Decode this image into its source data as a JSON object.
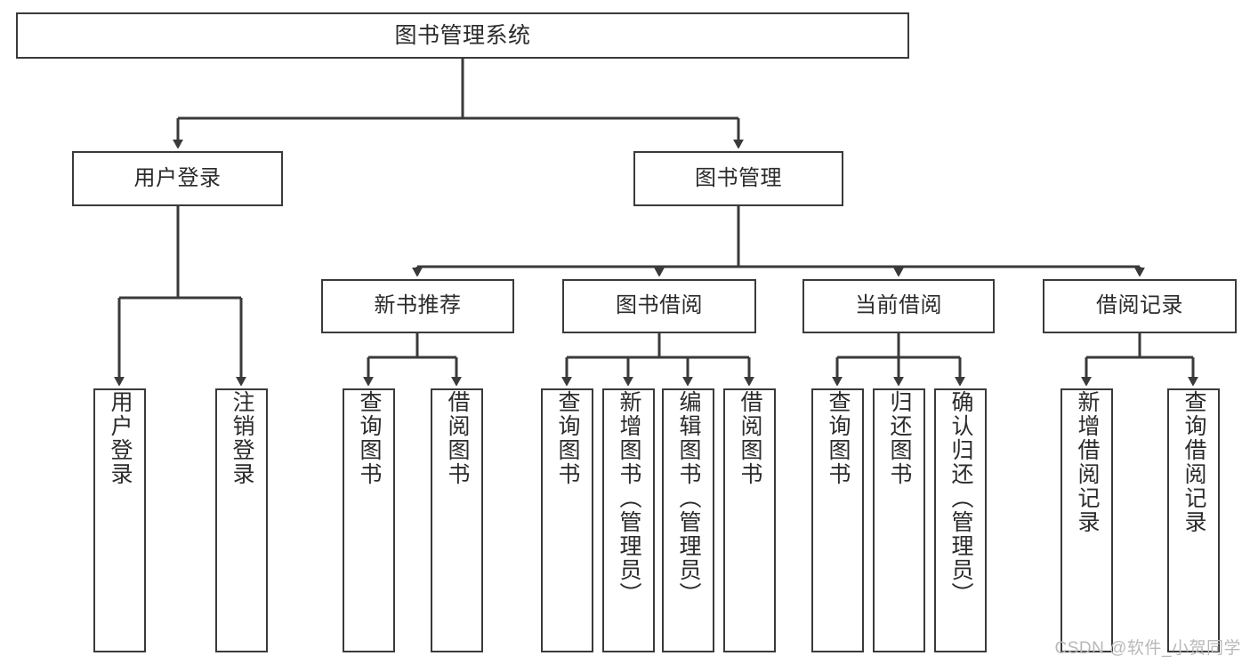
{
  "diagram": {
    "title": "图书管理系统",
    "watermark": "CSDN @软件_小贺同学",
    "colors": {
      "stroke": "#3a3a3a",
      "box_fill": "#ffffff",
      "text": "#2b2b2b",
      "watermark": "#b9b9b9",
      "background": "#ffffff"
    },
    "levels": {
      "root": "图书管理系统",
      "level2": [
        "用户登录",
        "图书管理"
      ],
      "level3": [
        "新书推荐",
        "图书借阅",
        "当前借阅",
        "借阅记录"
      ]
    },
    "nodes": {
      "root": {
        "label": "图书管理系统"
      },
      "user_login": {
        "label": "用户登录"
      },
      "book_manage": {
        "label": "图书管理"
      },
      "new_book_rec": {
        "label": "新书推荐"
      },
      "book_borrow": {
        "label": "图书借阅"
      },
      "current_borrow": {
        "label": "当前借阅"
      },
      "borrow_record": {
        "label": "借阅记录"
      },
      "leaf_user_login": {
        "label": "用户登录"
      },
      "leaf_logout": {
        "label": "注销登录"
      },
      "leaf_query_book_1": {
        "label": "查询图书"
      },
      "leaf_borrow_book_1": {
        "label": "借阅图书"
      },
      "leaf_query_book_2": {
        "label": "查询图书"
      },
      "leaf_add_book": {
        "label": "新增图书（管理员）"
      },
      "leaf_edit_book": {
        "label": "编辑图书（管理员）"
      },
      "leaf_borrow_book_2": {
        "label": "借阅图书"
      },
      "leaf_query_book_3": {
        "label": "查询图书"
      },
      "leaf_return_book": {
        "label": "归还图书"
      },
      "leaf_confirm_return": {
        "label": "确认归还（管理员）"
      },
      "leaf_add_record": {
        "label": "新增借阅记录"
      },
      "leaf_query_record": {
        "label": "查询借阅记录"
      }
    },
    "edges": [
      {
        "from": "图书管理系统",
        "to": "用户登录"
      },
      {
        "from": "图书管理系统",
        "to": "图书管理"
      },
      {
        "from": "用户登录",
        "to": "用户登录"
      },
      {
        "from": "用户登录",
        "to": "注销登录"
      },
      {
        "from": "图书管理",
        "to": "新书推荐"
      },
      {
        "from": "图书管理",
        "to": "图书借阅"
      },
      {
        "from": "图书管理",
        "to": "当前借阅"
      },
      {
        "from": "图书管理",
        "to": "借阅记录"
      },
      {
        "from": "新书推荐",
        "to": "查询图书"
      },
      {
        "from": "新书推荐",
        "to": "借阅图书"
      },
      {
        "from": "图书借阅",
        "to": "查询图书"
      },
      {
        "from": "图书借阅",
        "to": "新增图书（管理员）"
      },
      {
        "from": "图书借阅",
        "to": "编辑图书（管理员）"
      },
      {
        "from": "图书借阅",
        "to": "借阅图书"
      },
      {
        "from": "当前借阅",
        "to": "查询图书"
      },
      {
        "from": "当前借阅",
        "to": "归还图书"
      },
      {
        "from": "当前借阅",
        "to": "确认归还（管理员）"
      },
      {
        "from": "借阅记录",
        "to": "新增借阅记录"
      },
      {
        "from": "借阅记录",
        "to": "查询借阅记录"
      }
    ]
  }
}
